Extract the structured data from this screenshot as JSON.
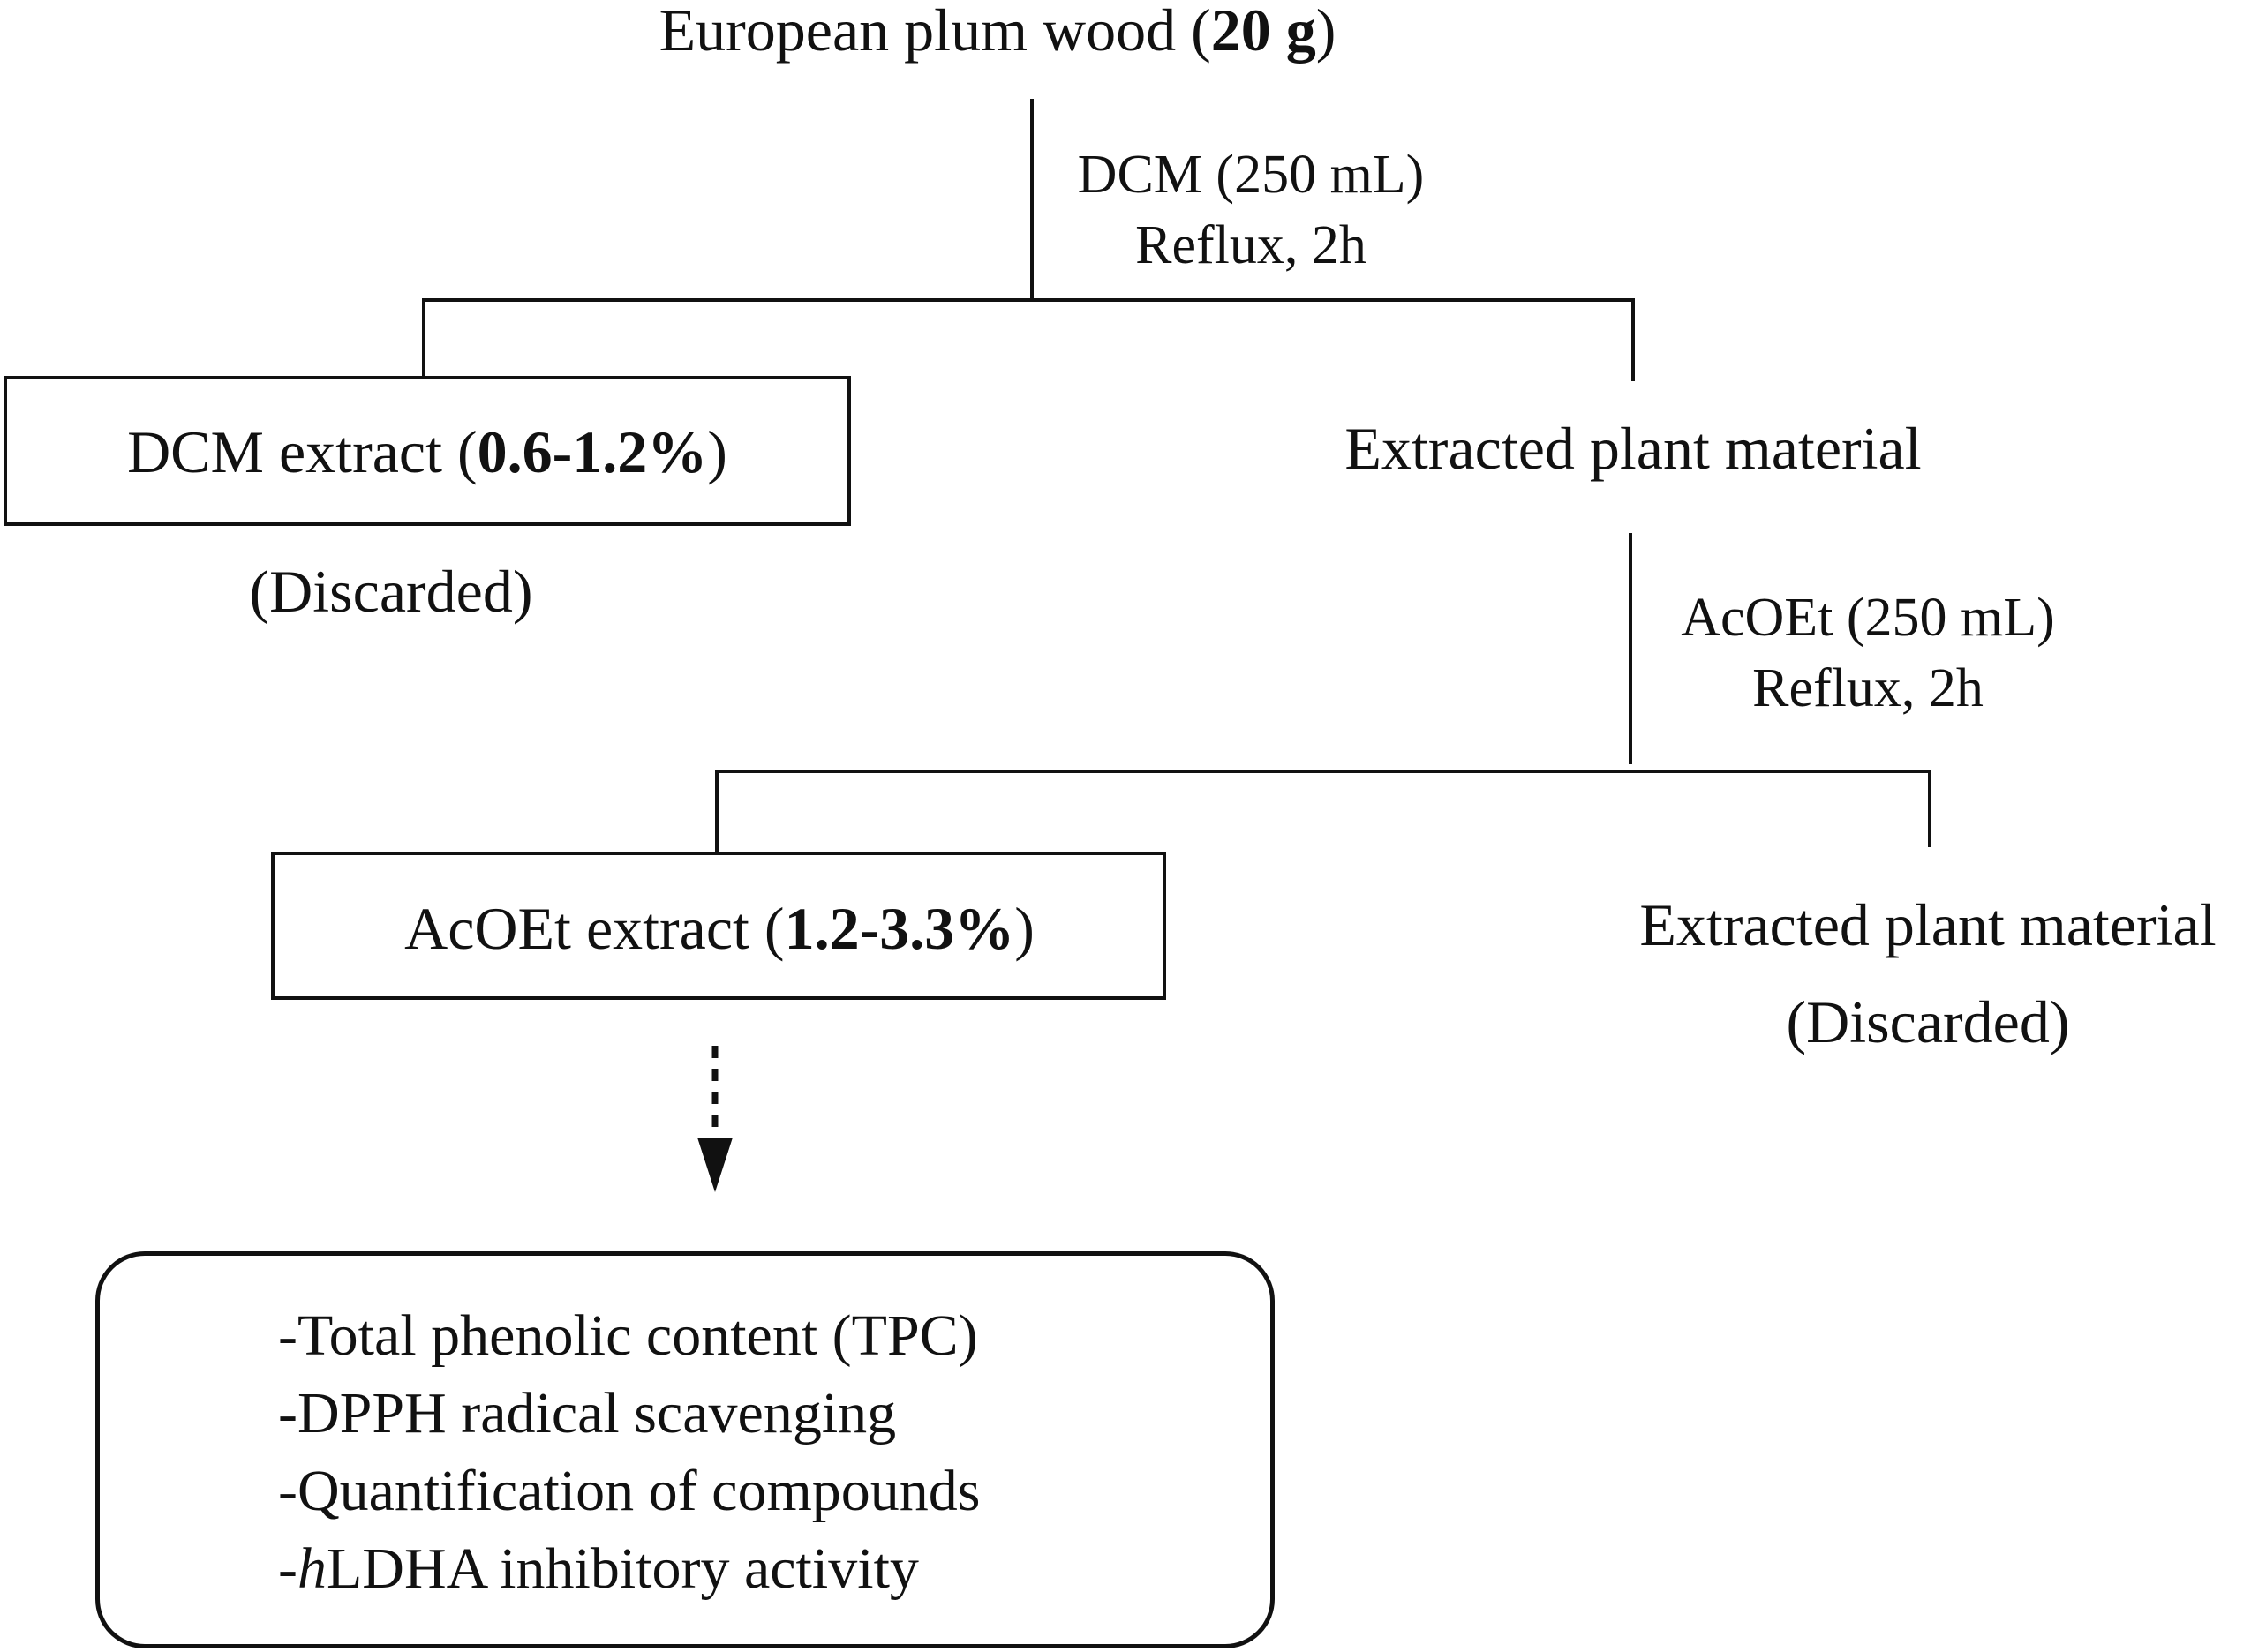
{
  "diagram": {
    "root": {
      "label": "European plum wood (",
      "amount": "20 g",
      "close": ")"
    },
    "step1": {
      "solvent": "DCM (250 mL)",
      "condition": "Reflux, 2h"
    },
    "dcm_extract": {
      "label": "DCM extract (",
      "yield": "0.6-1.2%",
      "close": ")",
      "note": "(Discarded)"
    },
    "extracted_material_1": {
      "label": "Extracted plant material"
    },
    "step2": {
      "solvent": "AcOEt (250 mL)",
      "condition": "Reflux, 2h"
    },
    "acoet_extract": {
      "label": "AcOEt extract (",
      "yield": "1.2-3.3%",
      "close": ")"
    },
    "extracted_material_2": {
      "label": "Extracted plant material",
      "note": "(Discarded)"
    },
    "analyses": {
      "item1": "-Total phenolic content (TPC)",
      "item2": "-DPPH radical scavenging",
      "item3": "-Quantification of compounds",
      "item4_prefix": "-",
      "item4_italic": "h",
      "item4_rest": "LDHA inhibitory activity"
    }
  }
}
